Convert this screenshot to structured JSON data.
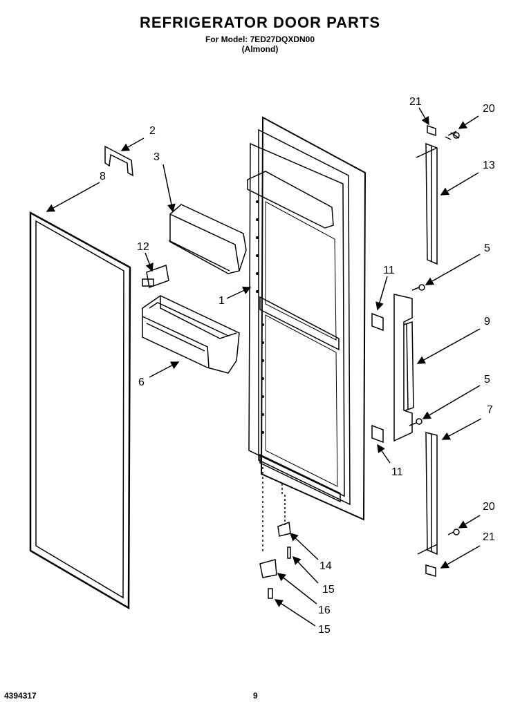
{
  "header": {
    "title": "REFRIGERATOR DOOR PARTS",
    "model_line": "For Model: 7ED27DQXDN00",
    "color_line": "(Almond)"
  },
  "footer": {
    "doc_number": "4394317",
    "page_number": "9"
  },
  "callouts": {
    "c1": "1",
    "c2": "2",
    "c3": "3",
    "c5a": "5",
    "c5b": "5",
    "c6": "6",
    "c7": "7",
    "c8": "8",
    "c9": "9",
    "c11a": "11",
    "c11b": "11",
    "c12": "12",
    "c13": "13",
    "c14": "14",
    "c15a": "15",
    "c15b": "15",
    "c16": "16",
    "c20a": "20",
    "c20b": "20",
    "c21a": "21",
    "c21b": "21"
  }
}
